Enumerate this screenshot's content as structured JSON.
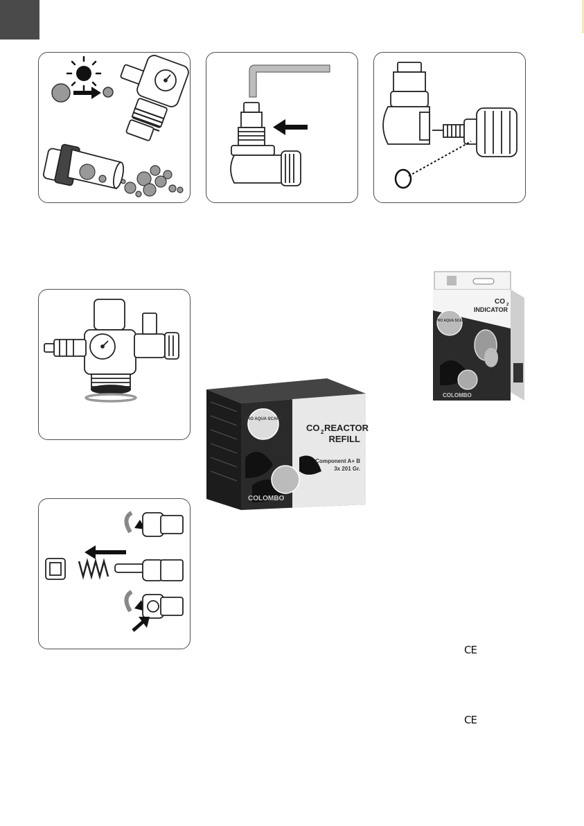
{
  "marks": {
    "ce_top": "CE",
    "ce_bottom": "CE"
  },
  "products": {
    "reactor_refill": {
      "brand_round": "PRO AQUA SCAPE",
      "title_prefix": "CO",
      "title_sub": "2",
      "title_rest": " REACTOR",
      "title_line2": "REFILL",
      "component": "Component A+ B",
      "weight": "3x 201 Gr.",
      "brand": "COLOMBO"
    },
    "indicator": {
      "brand_round": "PRO AQUA SCAPE",
      "title_prefix": "CO",
      "title_sub": "2",
      "title_line2": "INDICATOR",
      "brand": "COLOMBO"
    }
  },
  "colors": {
    "corner_tab": "#4a4a4a",
    "panel_border": "#4d4d4d",
    "box_dark": "#2a2a2a"
  }
}
